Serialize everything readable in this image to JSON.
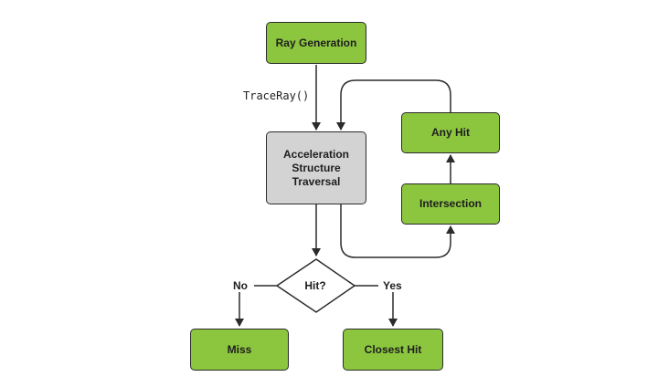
{
  "diagram": {
    "colors": {
      "accent": "#8cc63f",
      "traversal": "#d3d3d3",
      "line": "#2b2b2b"
    },
    "nodes": {
      "ray_generation": "Ray Generation",
      "traversal": "Acceleration\nStructure\nTraversal",
      "any_hit": "Any Hit",
      "intersection": "Intersection",
      "hit_decision": "Hit?",
      "miss": "Miss",
      "closest_hit": "Closest Hit"
    },
    "edge_labels": {
      "trace_ray": "TraceRay()",
      "no": "No",
      "yes": "Yes"
    }
  }
}
